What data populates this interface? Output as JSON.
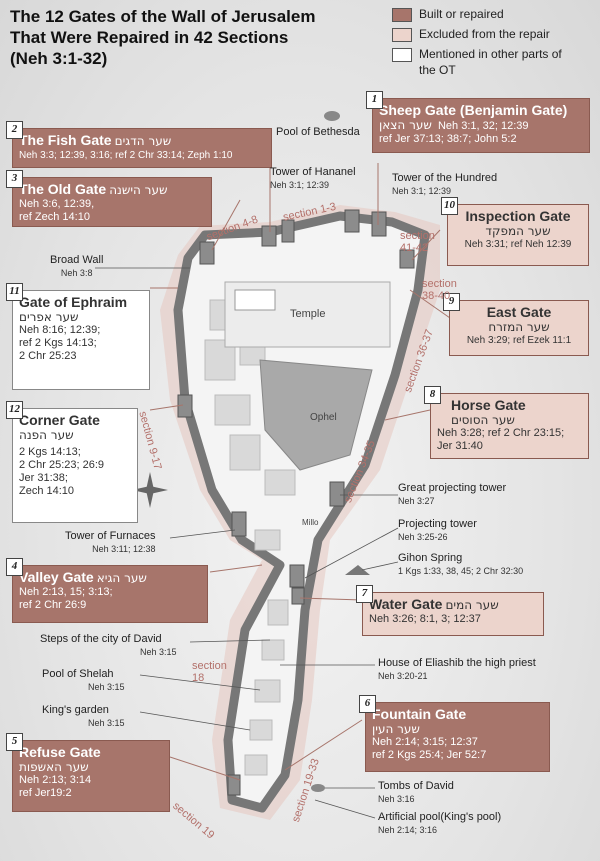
{
  "title": {
    "line1": "The 12 Gates of the Wall of Jerusalem",
    "line2": "That Were Repaired in 42 Sections",
    "line3": "(Neh 3:1-32)"
  },
  "legend": [
    {
      "label": "Built or repaired",
      "color": "#a7756b"
    },
    {
      "label": "Excluded from the repair",
      "color": "#ecd4cc"
    },
    {
      "label": "Mentioned in other parts of the OT",
      "color": "#ffffff"
    }
  ],
  "gates": [
    {
      "num": "1",
      "name": "Sheep Gate (Benjamin Gate)",
      "heb": "שער הצאן",
      "refs": "Neh 3:1, 32; 12:39",
      "refs2": "ref Jer 37:13; 38:7; John 5:2"
    },
    {
      "num": "2",
      "name": "The Fish Gate",
      "heb": "שער הדגים",
      "refs": "Neh 3:3; 12:39, 3:16; ref 2 Chr 33:14; Zeph 1:10"
    },
    {
      "num": "3",
      "name": "The Old Gate",
      "heb": "שער הישנה",
      "refs": "Neh 3:6, 12:39,",
      "refs2": "ref Zech 14:10"
    },
    {
      "num": "10",
      "name": "Inspection Gate",
      "heb": "שער המפקד",
      "refs": "Neh 3:31; ref Neh 12:39"
    },
    {
      "num": "11",
      "name": "Gate of Ephraim",
      "heb": "שער אפרים",
      "refs": "Neh 8:16; 12:39;",
      "refs2": "ref 2 Kgs 14:13;",
      "refs3": "2 Chr 25:23"
    },
    {
      "num": "9",
      "name": "East Gate",
      "heb": "שער המזרח",
      "refs": "Neh 3:29; ref Ezek 11:1"
    },
    {
      "num": "12",
      "name": "Corner Gate",
      "heb": "שער הפנה",
      "refs": "2 Kgs 14:13;",
      "refs2": "2 Chr 25:23; 26:9",
      "refs3": "Jer 31:38;",
      "refs4": "Zech 14:10"
    },
    {
      "num": "8",
      "name": "Horse Gate",
      "heb": "שער הסוסים",
      "refs": "Neh 3:28; ref 2 Chr 23:15;",
      "refs2": "Jer 31:40"
    },
    {
      "num": "4",
      "name": "Valley Gate",
      "heb": "שער הגיא",
      "refs": "Neh 2:13, 15; 3:13;",
      "refs2": "ref 2 Chr 26:9"
    },
    {
      "num": "7",
      "name": "Water Gate",
      "heb": "שער המים",
      "refs": "Neh 3:26; 8:1, 3; 12:37"
    },
    {
      "num": "6",
      "name": "Fountain Gate",
      "heb": "שער העין",
      "refs": "Neh 2:14; 3:15; 12:37",
      "refs2": "ref 2 Kgs 25:4; Jer 52:7"
    },
    {
      "num": "5",
      "name": "Refuse Gate",
      "heb": "שער האשפות",
      "refs": "Neh 2:13; 3:14",
      "refs2": "ref Jer19:2"
    }
  ],
  "labels": {
    "pool_bethesda": "Pool of Bethesda",
    "tower_hananel": "Tower of Hananel",
    "tower_hananel_ref": "Neh 3:1; 12:39",
    "tower_hundred": "Tower of the Hundred",
    "tower_hundred_ref": "Neh 3:1; 12:39",
    "broad_wall": "Broad Wall",
    "broad_wall_ref": "Neh 3:8",
    "temple": "Temple",
    "ophel": "Ophel",
    "millo": "Millo",
    "tower_furnaces": "Tower of Furnaces",
    "tower_furnaces_ref": "Neh 3:11; 12:38",
    "great_tower": "Great projecting tower",
    "great_tower_ref": "Neh 3:27",
    "proj_tower": "Projecting tower",
    "proj_tower_ref": "Neh 3:25-26",
    "gihon": "Gihon Spring",
    "gihon_ref": "1 Kgs 1:33, 38, 45; 2 Chr 32:30",
    "steps": "Steps of the city of David",
    "steps_ref": "Neh 3:15",
    "pool_shelah": "Pool of Shelah",
    "pool_shelah_ref": "Neh 3:15",
    "kings_garden": "King's garden",
    "kings_garden_ref": "Neh 3:15",
    "house_eliashib": "House of Eliashib the high priest",
    "house_eliashib_ref": "Neh 3:20-21",
    "tombs": "Tombs of David",
    "tombs_ref": "Neh 3:16",
    "art_pool": "Artificial pool(King's pool)",
    "art_pool_ref": "Neh 2:14; 3:16"
  },
  "sections": {
    "s49": "section 4-8",
    "s13": "section 1-3",
    "s4142": "section 41-42",
    "s3840": "section 38-40",
    "s3637": "section 36-37",
    "s917": "section 9-17",
    "s3435": "section 34-35",
    "s18": "section 18",
    "s1933": "section 19-33",
    "s19": "section 19"
  }
}
